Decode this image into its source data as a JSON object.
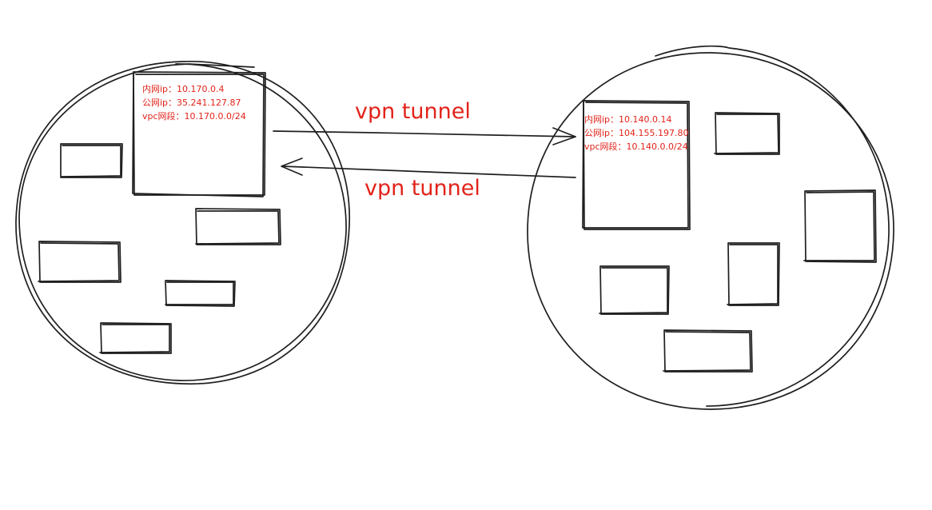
{
  "colors": {
    "annotation": "#e2231a",
    "stroke": "#1f1f1f",
    "background": "#ffffff"
  },
  "left_vpc": {
    "gateway": {
      "private_ip": "内网ip：10.170.0.4",
      "public_ip": "公网ip：35.241.127.87",
      "vpc_cidr": "vpc网段：10.170.0.0/24"
    }
  },
  "right_vpc": {
    "gateway": {
      "private_ip": "内网ip：10.140.0.14",
      "public_ip": "公网ip：104.155.197.80",
      "vpc_cidr": "vpc网段：10.140.0.0/24"
    }
  },
  "tunnels": {
    "outbound_label": "vpn tunnel",
    "return_label": "vpn tunnel"
  }
}
